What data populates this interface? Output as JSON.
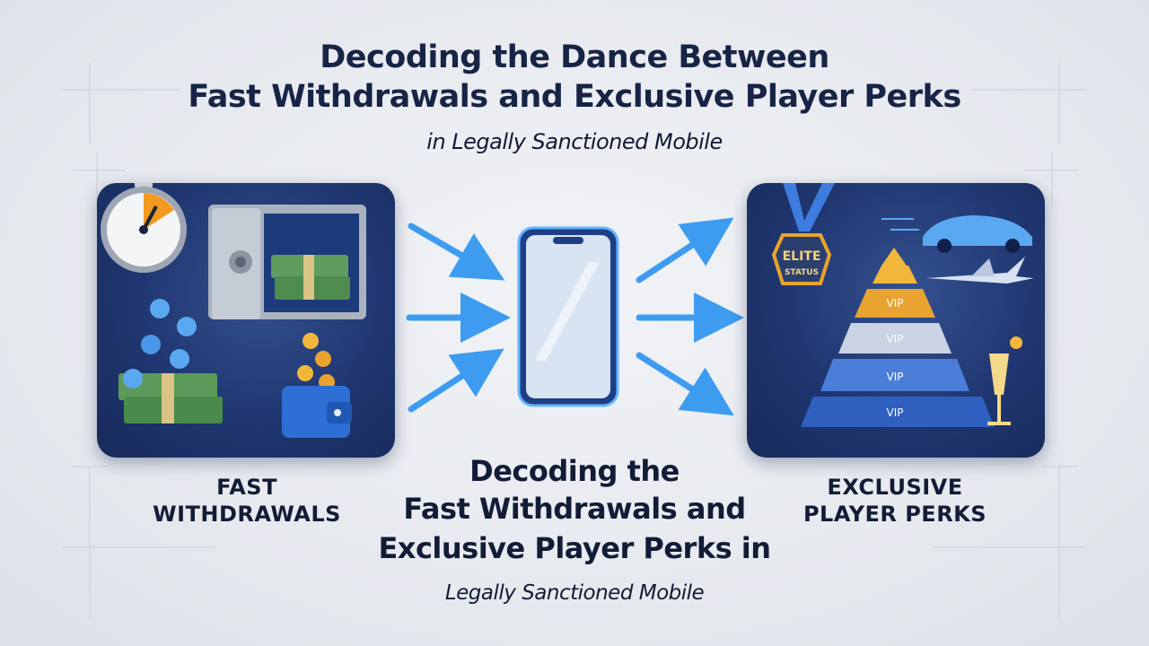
{
  "header": {
    "line1": "Decoding the Dance Between",
    "line2": "Fast Withdrawals and Exclusive Player Perks",
    "line3": "in Legally Sanctioned Mobile"
  },
  "left_panel": {
    "caption": "FAST\nWITHDRAWALS",
    "icons": [
      "stopwatch-icon",
      "safe-icon",
      "cash-stack-icon",
      "coins-icon",
      "wallet-icon"
    ]
  },
  "right_panel": {
    "caption": "EXCLUSIVE\nPLAYER PERKS",
    "badge_line1": "ELITE",
    "badge_line2": "STATUS",
    "tiers": [
      "VIP",
      "VIP",
      "VIP",
      "VIP"
    ],
    "icons": [
      "medal-icon",
      "sports-car-icon",
      "private-jet-icon",
      "pyramid-icon",
      "champagne-icon"
    ]
  },
  "center": {
    "line1": "Decoding the",
    "line2": "Fast Withdrawals and",
    "line3": "Exclusive Player Perks in",
    "line4": "Legally Sanctioned Mobile"
  },
  "colors": {
    "panel": "#1f3670",
    "title": "#172446",
    "arrow": "#3d9cf0",
    "gold": "#e8a330"
  }
}
